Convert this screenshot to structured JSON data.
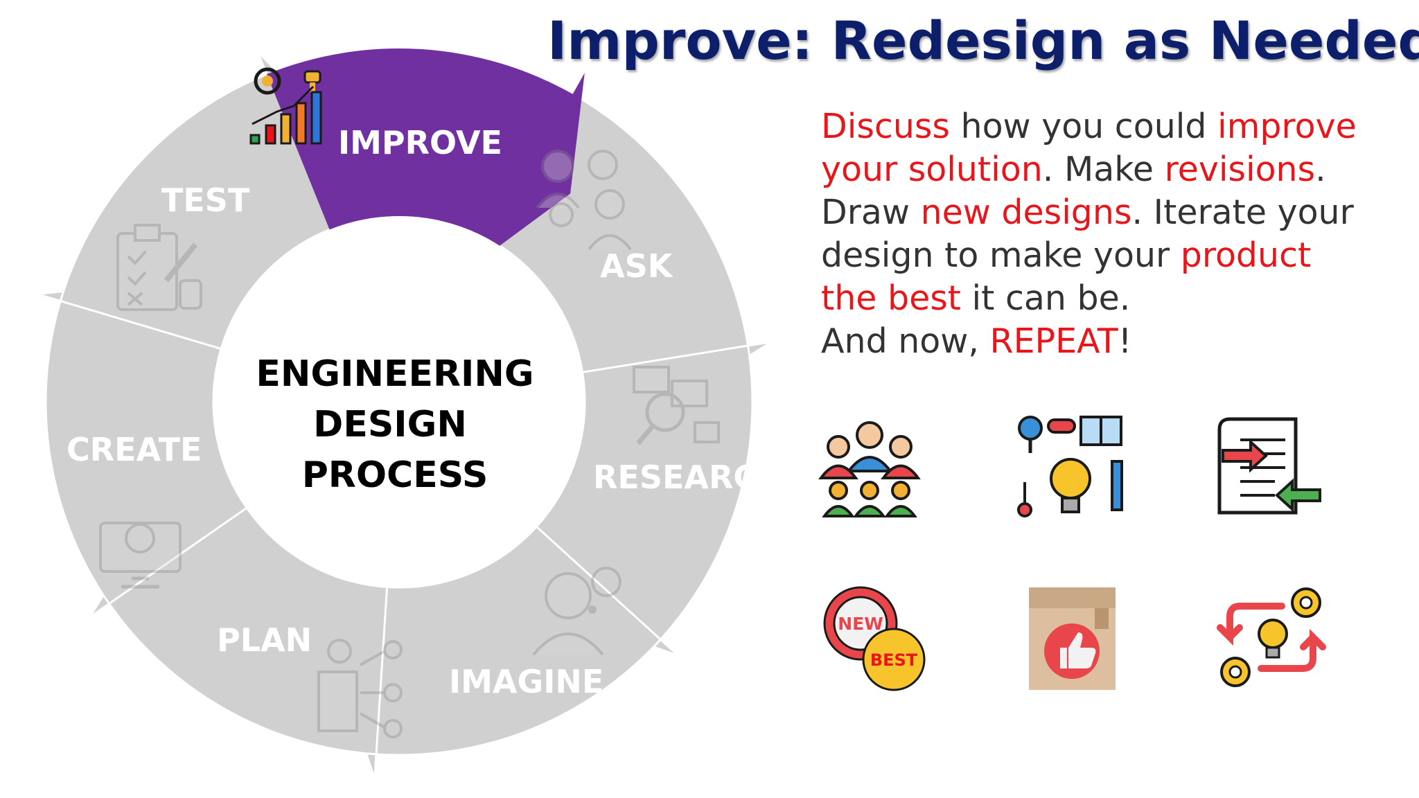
{
  "title": "Improve: Redesign as Needed",
  "center_label": [
    "ENGINEERING",
    "DESIGN",
    "PROCESS"
  ],
  "stages": [
    {
      "label": "IMPROVE",
      "active": true
    },
    {
      "label": "ASK",
      "active": false
    },
    {
      "label": "RESEARCH",
      "active": false
    },
    {
      "label": "IMAGINE",
      "active": false
    },
    {
      "label": "PLAN",
      "active": false
    },
    {
      "label": "CREATE",
      "active": false
    },
    {
      "label": "TEST",
      "active": false
    }
  ],
  "description": {
    "p1": "Discuss",
    "p2": " how you could ",
    "p3": "improve your solution",
    "p4": ". Make ",
    "p5": "revisions",
    "p6": ". Draw ",
    "p7": "new designs",
    "p8": ". Iterate your design to make your ",
    "p9": "product the best",
    "p10": " it can be.",
    "p11": "And now, ",
    "p12": "REPEAT",
    "p13": "!"
  },
  "badges": {
    "new": "NEW",
    "best": "BEST"
  },
  "colors": {
    "active_segment": "#7030a0",
    "inactive_segment": "#d0d0d0",
    "title": "#0d1f6b",
    "highlight": "#e8161b",
    "body_text": "#333333"
  },
  "icons": [
    "team-discussion-icon",
    "research-ideas-icon",
    "document-revision-icon",
    "new-best-badge-icon",
    "product-box-thumbs-up-icon",
    "iterate-cycle-gears-icon"
  ]
}
